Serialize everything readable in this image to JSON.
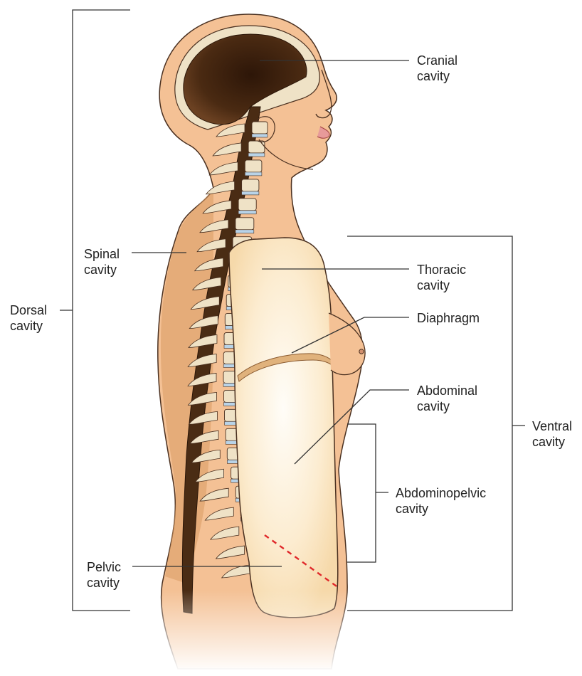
{
  "labels": {
    "cranial": [
      "Cranial",
      "cavity"
    ],
    "spinal": [
      "Spinal",
      "cavity"
    ],
    "dorsal": [
      "Dorsal",
      "cavity"
    ],
    "thoracic": [
      "Thoracic",
      "cavity"
    ],
    "diaphragm": "Diaphragm",
    "abdominal": [
      "Abdominal",
      "cavity"
    ],
    "ventral": [
      "Ventral",
      "cavity"
    ],
    "abdominopelvic": [
      "Abdominopelvic",
      "cavity"
    ],
    "pelvic": [
      "Pelvic",
      "cavity"
    ]
  },
  "colors": {
    "skin": "#f4c195",
    "skin_outline": "#4a3020",
    "bone": "#efe2c6",
    "disc": "#b8d3e8",
    "spinal_cord": "#4a2c14",
    "cavity_fill": "#fbe7c4",
    "diaphragm": "#e0b27c",
    "pelvic_line": "#e0282a",
    "leader": "#333333"
  }
}
